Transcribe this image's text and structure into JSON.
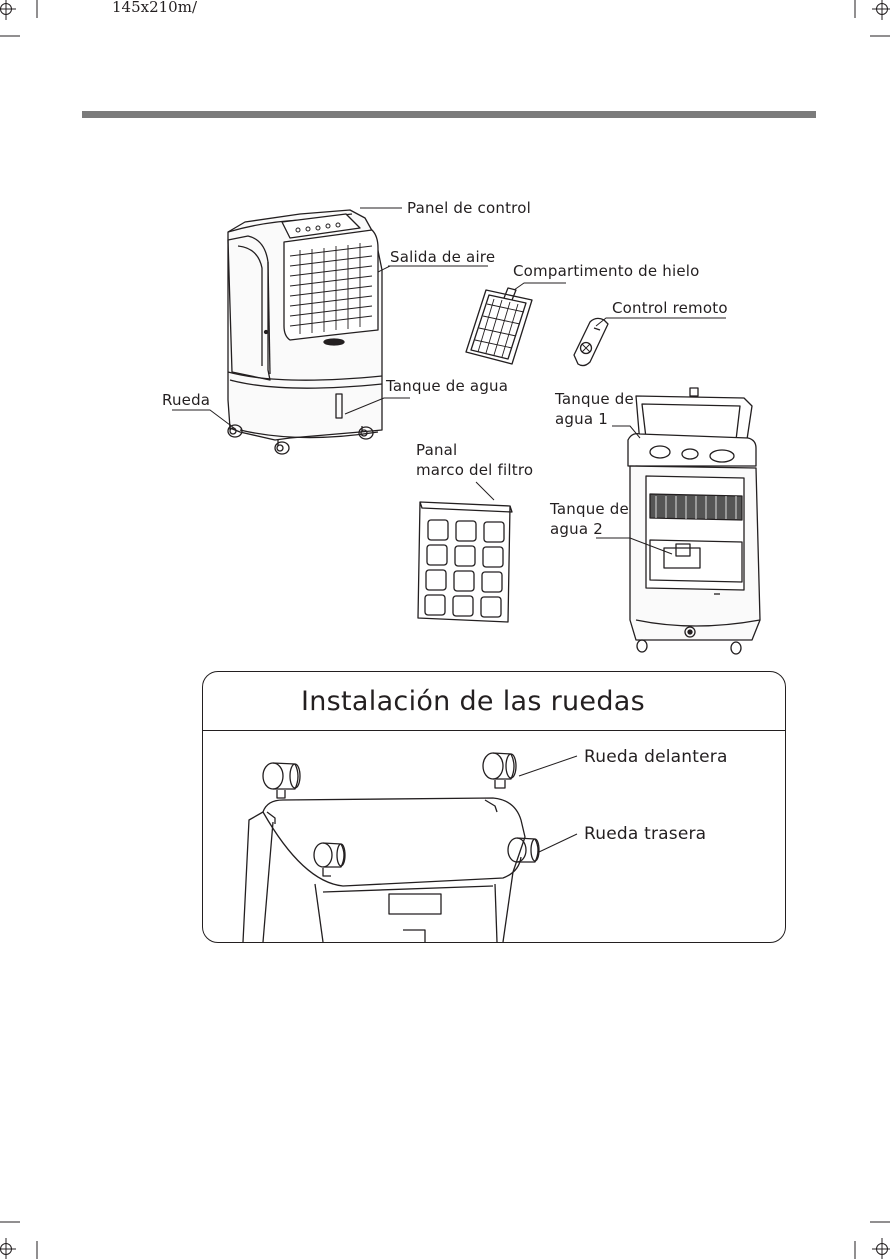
{
  "header": {
    "print_size": "145x210m/"
  },
  "parts": {
    "control_panel": "Panel de control",
    "air_outlet": "Salida de aire",
    "ice_compartment": "Compartimento de hielo",
    "remote_control": "Control remoto",
    "water_tank": "Tanque de agua",
    "wheel": "Rueda",
    "water_tank_1_line1": "Tanque de",
    "water_tank_1_line2": "agua",
    "water_tank_1_num": "1",
    "filter_line1": "Panal",
    "filter_line2": "marco del filtro",
    "water_tank_2_line1": "Tanque de",
    "water_tank_2_line2": "agua",
    "water_tank_2_num": "2"
  },
  "installation": {
    "title": "Instalación de las ruedas",
    "front_wheel": "Rueda delantera",
    "rear_wheel": "Rueda trasera"
  }
}
